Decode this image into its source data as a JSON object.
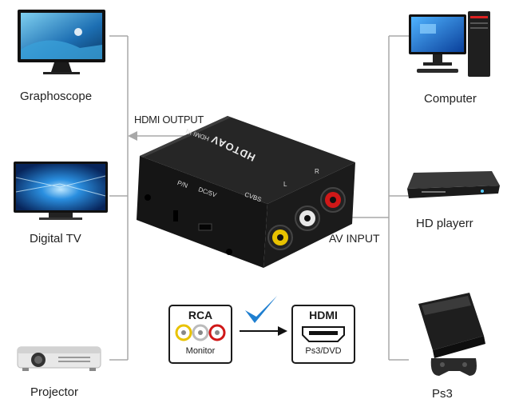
{
  "devices_left": {
    "graphoscope": "Graphoscope",
    "digital_tv": "Digital  TV",
    "projector": "Projector"
  },
  "devices_right": {
    "computer": "Computer",
    "hd_player": "HD playerr",
    "ps3": "Ps3"
  },
  "flow": {
    "hdmi_output": "HDMI OUTPUT",
    "av_input": "AV INPUT"
  },
  "converter": {
    "brand": "HDTOAV",
    "hdmi_in": "HDMI IN",
    "pin": "P/N",
    "dc5v": "DC/5V",
    "cvbs": "CVBS",
    "l": "L",
    "r": "R"
  },
  "legend": {
    "rca": "RCA",
    "monitor": "Monitor",
    "hdmi": "HDMI",
    "ps3dvd": "Ps3/DVD"
  },
  "colors": {
    "line": "#a8a8a8",
    "box": "#1b1b1b",
    "check": "#1f7fd0",
    "rca_yellow": "#e8c200",
    "rca_red": "#d01818"
  }
}
